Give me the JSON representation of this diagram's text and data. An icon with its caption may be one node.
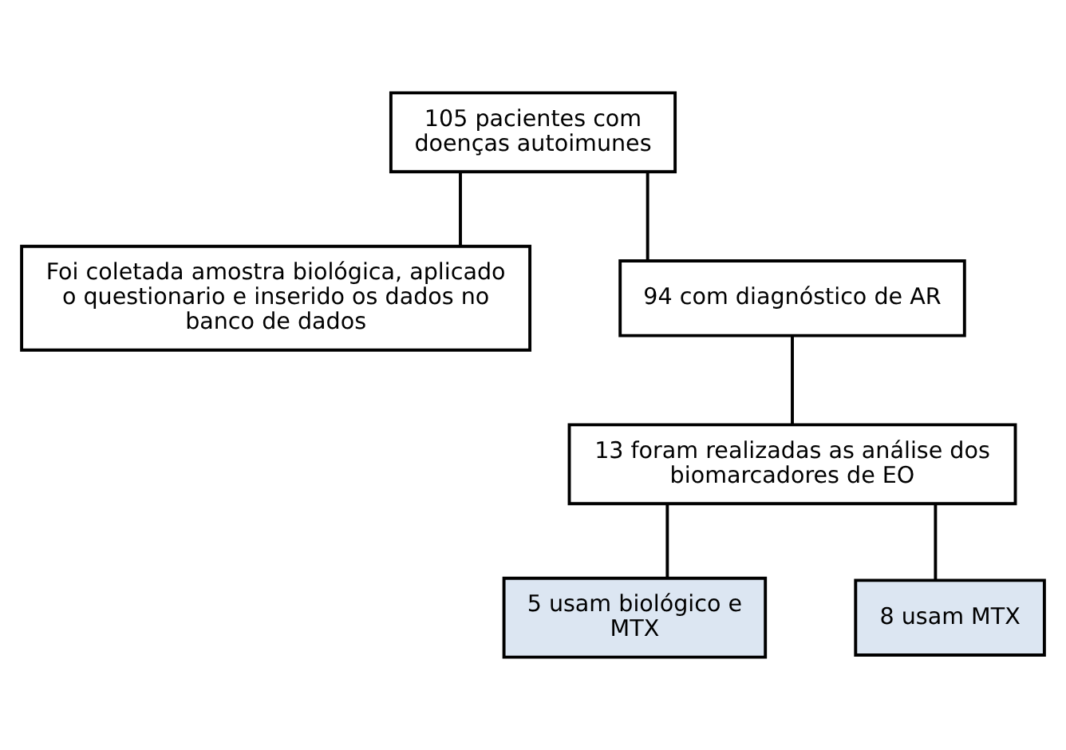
{
  "diagram": {
    "nodes": [
      {
        "text": [
          "105 pacientes com doenças autoimunes"
        ]
      },
      {
        "text": [
          "Foi coletada amostra biológica, aplicado o questionario e inserido os dados no banco de dados"
        ]
      },
      {
        "text": [
          "94 com diagnóstico de AR"
        ]
      },
      {
        "text": [
          "13 foram realizadas as análise dos biomarcadores de EO"
        ]
      },
      {
        "text": [
          "5 usam biológico e MTX"
        ]
      },
      {
        "text": [
          "8 usam MTX"
        ]
      }
    ],
    "edges": [
      {
        "from": 0,
        "to": 2,
        "arrow": "none"
      },
      {
        "from": 0,
        "to": 1,
        "arrow": "none"
      },
      {
        "from": 2,
        "to": 3,
        "arrow": "none"
      },
      {
        "from": 3,
        "to": 4,
        "arrow": "none"
      },
      {
        "from": 3,
        "to": 5,
        "arrow": "none"
      }
    ]
  }
}
